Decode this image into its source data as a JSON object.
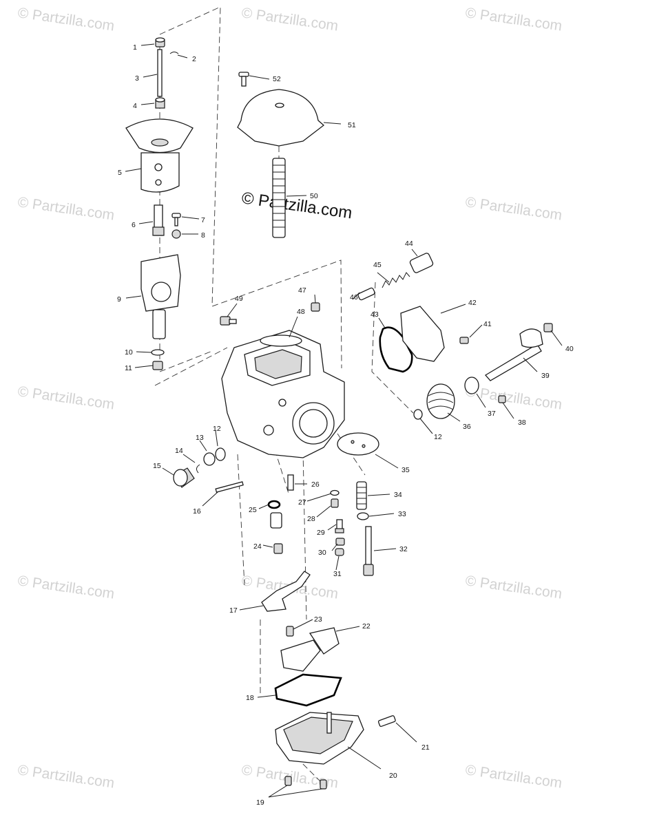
{
  "watermark": {
    "text": "© Partzilla.com",
    "center_text": "© Partzilla.com"
  },
  "colors": {
    "watermark": "#d2d2d2",
    "ink": "#1a1a1a"
  },
  "callouts": [
    "1",
    "2",
    "3",
    "4",
    "5",
    "6",
    "7",
    "8",
    "9",
    "10",
    "11",
    "12",
    "13",
    "14",
    "15",
    "16",
    "17",
    "18",
    "19",
    "20",
    "21",
    "22",
    "23",
    "24",
    "25",
    "26",
    "27",
    "28",
    "29",
    "30",
    "31",
    "32",
    "33",
    "34",
    "35",
    "36",
    "37",
    "38",
    "39",
    "40",
    "41",
    "42",
    "43",
    "44",
    "45",
    "46",
    "47",
    "48",
    "49",
    "50",
    "51",
    "52",
    "12"
  ]
}
